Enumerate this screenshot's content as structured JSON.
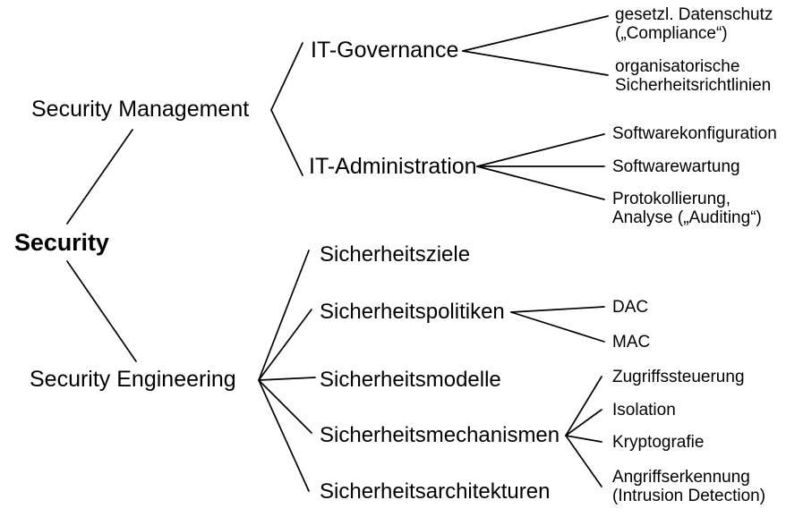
{
  "diagram": {
    "title": "Security",
    "type": "tree",
    "orientation": "left-to-right",
    "background_color": "#ffffff",
    "line_color": "#000000",
    "text_color": "#000000"
  },
  "nodes": {
    "root": {
      "label": "Security"
    },
    "security_management": {
      "label": "Security Management"
    },
    "security_engineering": {
      "label": "Security Engineering"
    },
    "it_governance": {
      "label": "IT-Governance"
    },
    "it_administration": {
      "label": "IT-Administration"
    },
    "gesetzl_datenschutz": {
      "line1": "gesetzl. Datenschutz",
      "line2": "(„Compliance“)"
    },
    "organisatorische_richtlinien": {
      "line1": "organisatorische",
      "line2": "Sicherheitsrichtlinien"
    },
    "softwarekonfiguration": {
      "label": "Softwarekonfiguration"
    },
    "softwarewartung": {
      "label": "Softwarewartung"
    },
    "protokollierung": {
      "line1": "Protokollierung,",
      "line2": "Analyse („Auditing“)"
    },
    "sicherheitsziele": {
      "label": "Sicherheitsziele"
    },
    "sicherheitspolitiken": {
      "label": "Sicherheitspolitiken"
    },
    "sicherheitsmodelle": {
      "label": "Sicherheitsmodelle"
    },
    "sicherheitsmechanismen": {
      "label": "Sicherheitsmechanismen"
    },
    "sicherheitsarchitekturen": {
      "label": "Sicherheitsarchitekturen"
    },
    "dac": {
      "label": "DAC"
    },
    "mac": {
      "label": "MAC"
    },
    "zugriffssteuerung": {
      "label": "Zugriffssteuerung"
    },
    "isolation": {
      "label": "Isolation"
    },
    "kryptografie": {
      "label": "Kryptografie"
    },
    "angriffserkennung": {
      "line1": "Angriffserkennung",
      "line2": "(Intrusion Detection)"
    }
  }
}
